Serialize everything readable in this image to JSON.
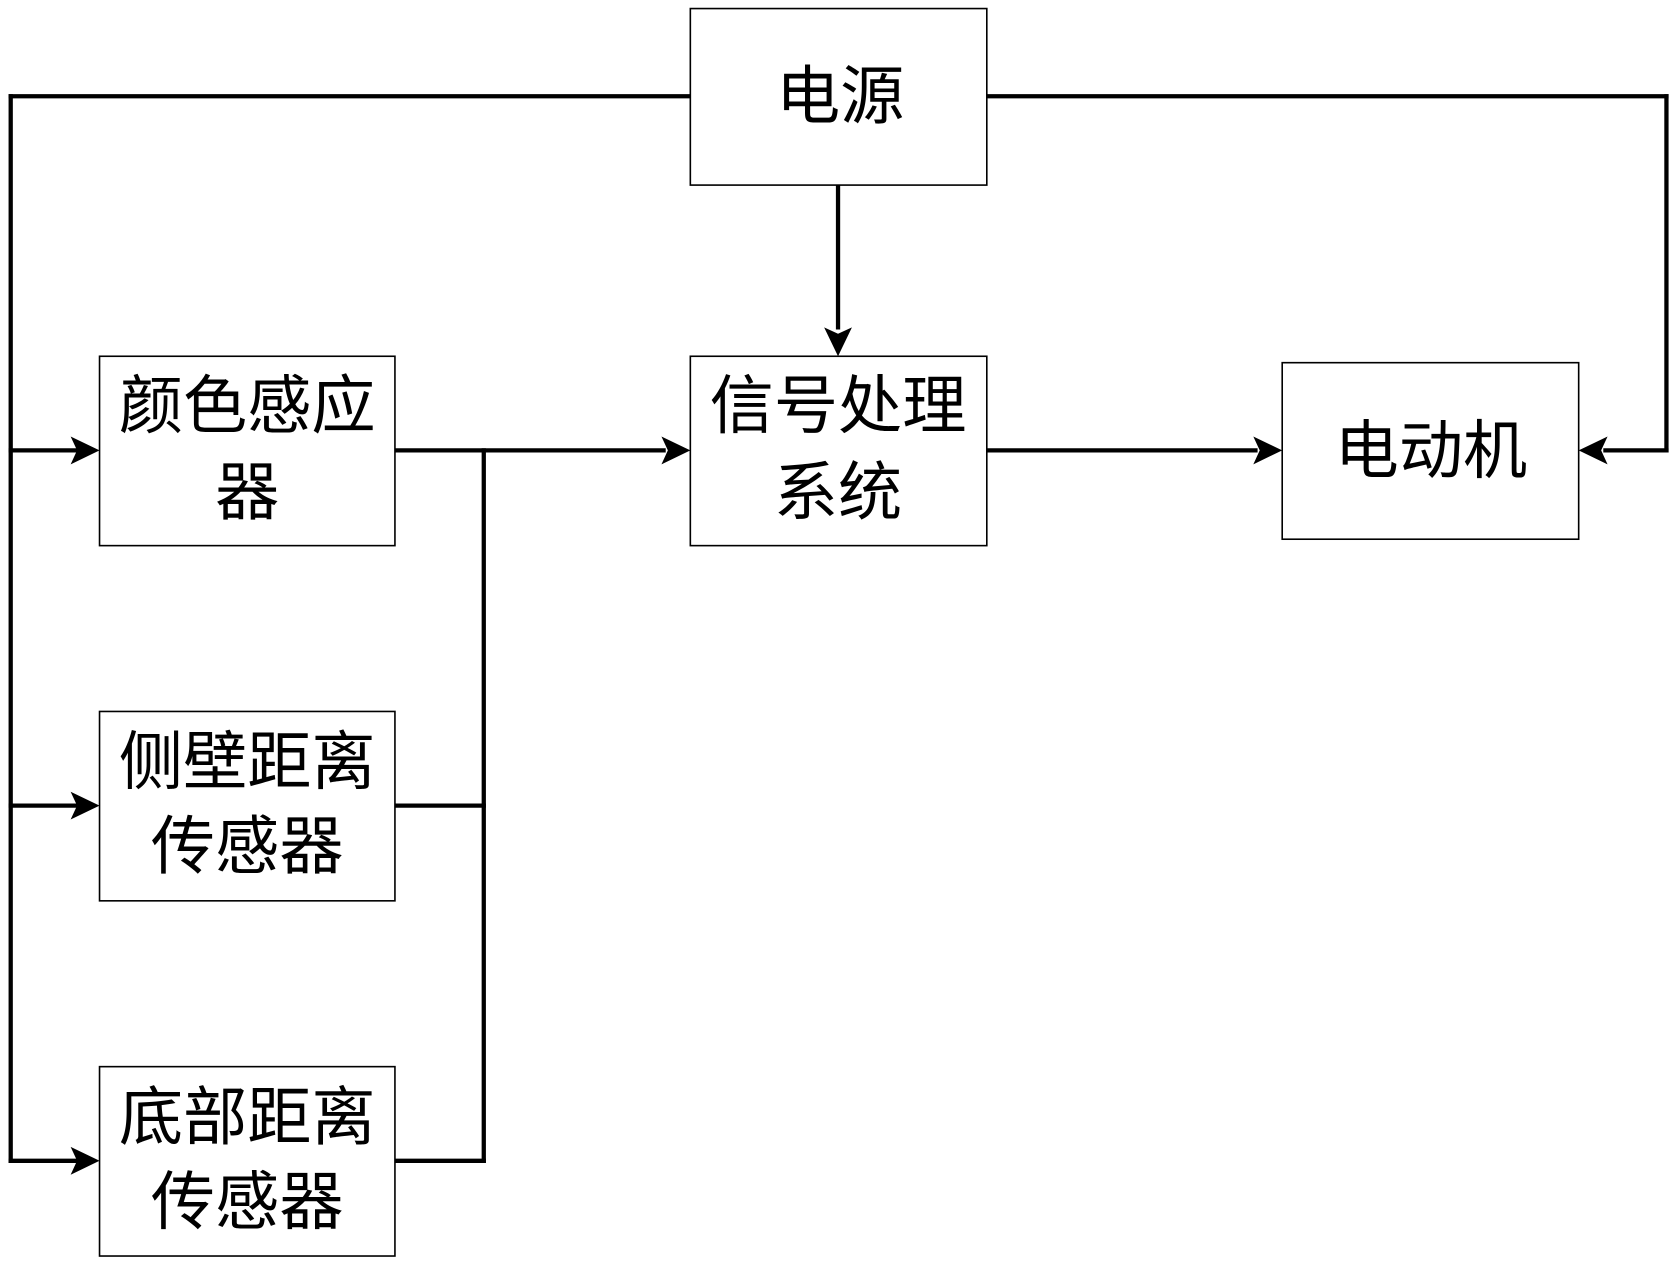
{
  "diagram": {
    "type": "block-diagram",
    "nodes": [
      {
        "id": "power",
        "lines": [
          "电源"
        ]
      },
      {
        "id": "color_sensor",
        "lines": [
          "颜色感应",
          "器"
        ]
      },
      {
        "id": "signal_processing",
        "lines": [
          "信号处理",
          "系统"
        ]
      },
      {
        "id": "motor",
        "lines": [
          "电动机"
        ]
      },
      {
        "id": "side_distance_sensor",
        "lines": [
          "侧壁距离",
          "传感器"
        ]
      },
      {
        "id": "bottom_distance_sensor",
        "lines": [
          "底部距离",
          "传感器"
        ]
      }
    ],
    "edges": [
      {
        "from": "power",
        "to": "signal_processing"
      },
      {
        "from": "power",
        "to": "color_sensor"
      },
      {
        "from": "power",
        "to": "side_distance_sensor"
      },
      {
        "from": "power",
        "to": "bottom_distance_sensor"
      },
      {
        "from": "power",
        "to": "motor"
      },
      {
        "from": "color_sensor",
        "to": "signal_processing"
      },
      {
        "from": "side_distance_sensor",
        "to": "signal_processing"
      },
      {
        "from": "bottom_distance_sensor",
        "to": "signal_processing"
      },
      {
        "from": "signal_processing",
        "to": "motor"
      }
    ],
    "colors": {
      "line": "#000000",
      "background": "#ffffff"
    }
  }
}
